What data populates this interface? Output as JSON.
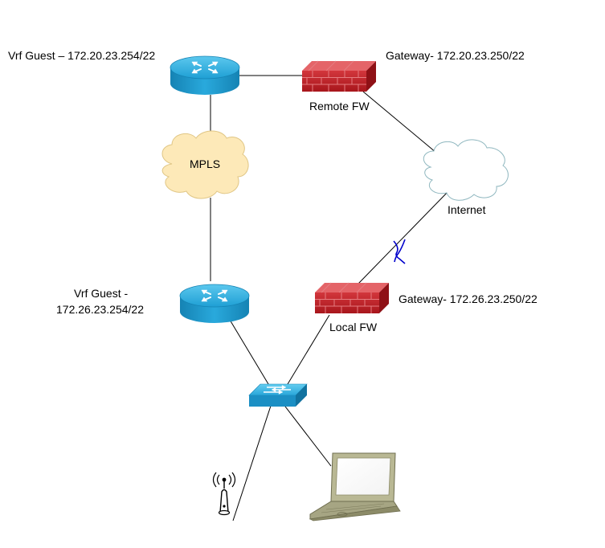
{
  "labels": {
    "remote_router": "Vrf Guest – 172.20.23.254/22",
    "remote_gateway": "Gateway- 172.20.23.250/22",
    "remote_fw": "Remote FW",
    "mpls": "MPLS",
    "internet": "Internet",
    "local_router_line1": "Vrf Guest -",
    "local_router_line2": "172.26.23.254/22",
    "local_gateway": "Gateway- 172.26.23.250/22",
    "local_fw": "Local FW"
  },
  "colors": {
    "router": "#1ba1d6",
    "firewall": "#c0242a",
    "mpls_cloud": "#fde9b8",
    "internet_cloud": "#ffffff",
    "link": "#000000",
    "broken_link_mark": "#0000cc"
  },
  "icons": {
    "remote_router": "router-icon",
    "local_router": "router-icon",
    "remote_fw": "firewall-icon",
    "local_fw": "firewall-icon",
    "switch": "switch-icon",
    "access_point": "wireless-access-point-icon",
    "laptop": "laptop-icon"
  },
  "links": [
    {
      "from": "remote_router",
      "to": "remote_fw"
    },
    {
      "from": "remote_router",
      "to": "mpls"
    },
    {
      "from": "mpls",
      "to": "local_router"
    },
    {
      "from": "remote_fw",
      "to": "internet"
    },
    {
      "from": "internet",
      "to": "local_fw",
      "broken": true
    },
    {
      "from": "local_router",
      "to": "switch"
    },
    {
      "from": "local_fw",
      "to": "switch"
    },
    {
      "from": "switch",
      "to": "access_point"
    },
    {
      "from": "switch",
      "to": "laptop"
    }
  ]
}
